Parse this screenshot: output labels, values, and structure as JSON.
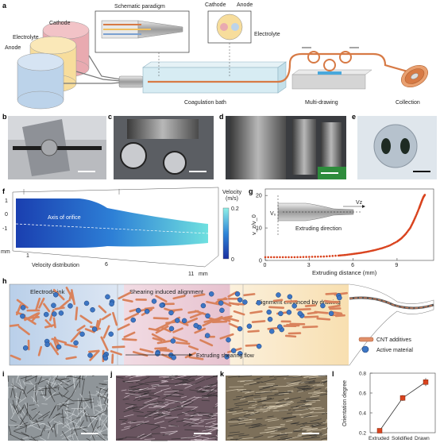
{
  "panel_labels": [
    "a",
    "b",
    "c",
    "d",
    "e",
    "f",
    "g",
    "h",
    "i",
    "j",
    "k",
    "l"
  ],
  "panel_a": {
    "reservoirs": [
      "Cathode",
      "Electrolyte",
      "Anode"
    ],
    "inset_schematic": "Schematic paradigm",
    "inset_cross_section": {
      "cathode": "Cathode",
      "anode": "Anode",
      "electrolyte": "Electrolyte"
    },
    "stages": [
      "Coagulation bath",
      "Multi-drawing",
      "Collection"
    ]
  },
  "panel_f": {
    "title": "Axis of orifice",
    "colorbar_title": "Velocity",
    "colorbar_unit": "(m/s)",
    "colorbar_max": "0.2",
    "colorbar_min": "0",
    "y_ticks": [
      "1",
      "0",
      "-1"
    ],
    "y_unit": "mm",
    "x_ticks": [
      "1",
      "6",
      "11"
    ],
    "x_unit": "mm",
    "caption": "Velocity distribution"
  },
  "chart_data": {
    "type": "scatter",
    "title": "",
    "xlabel": "Extruding distance (mm)",
    "ylabel": "v_z/v_0",
    "xlim": [
      0,
      11.5
    ],
    "ylim": [
      0,
      22
    ],
    "x_ticks": [
      "0",
      "3",
      "6",
      "9"
    ],
    "y_ticks": [
      "0",
      "10",
      "20"
    ],
    "inset_labels": {
      "v0": "V₀",
      "vz": "Vz",
      "direction": "Extruding direction"
    },
    "color": "#d9431e",
    "x": [
      0,
      1,
      2,
      3,
      4,
      5,
      5.5,
      6,
      6.5,
      7,
      7.5,
      8,
      8.5,
      9,
      9.3,
      9.6,
      9.9,
      10.1,
      10.3,
      10.5,
      10.6,
      10.7,
      10.8,
      10.9
    ],
    "y": [
      1,
      1,
      1,
      1.1,
      1.2,
      1.5,
      1.7,
      2,
      2.3,
      2.7,
      3.2,
      3.8,
      4.6,
      5.8,
      6.8,
      8.2,
      10,
      11.8,
      13.8,
      16,
      17.2,
      18.4,
      19.5,
      20.2
    ]
  },
  "panel_h": {
    "regions": [
      "Electrode ink",
      "Shearing induced alignment",
      "Alignment enhanced by drawing"
    ],
    "flow_label": "Extruding shearing flow",
    "legend": [
      "CNT additives",
      "Active material"
    ]
  },
  "panel_l": {
    "ylabel": "Orientation degree",
    "categories": [
      "Extruded",
      "Solidified",
      "Drawn"
    ],
    "values": [
      0.22,
      0.55,
      0.71
    ],
    "errors": [
      0.02,
      0.03,
      0.04
    ],
    "y_ticks": [
      "0.2",
      "0.4",
      "0.6",
      "0.8"
    ],
    "ylim": [
      0.2,
      0.8
    ]
  },
  "colors": {
    "accent_red": "#d9431e",
    "cathode": "#e9aab0",
    "electrolyte": "#f7dd9c",
    "anode": "#bcd3ea"
  }
}
